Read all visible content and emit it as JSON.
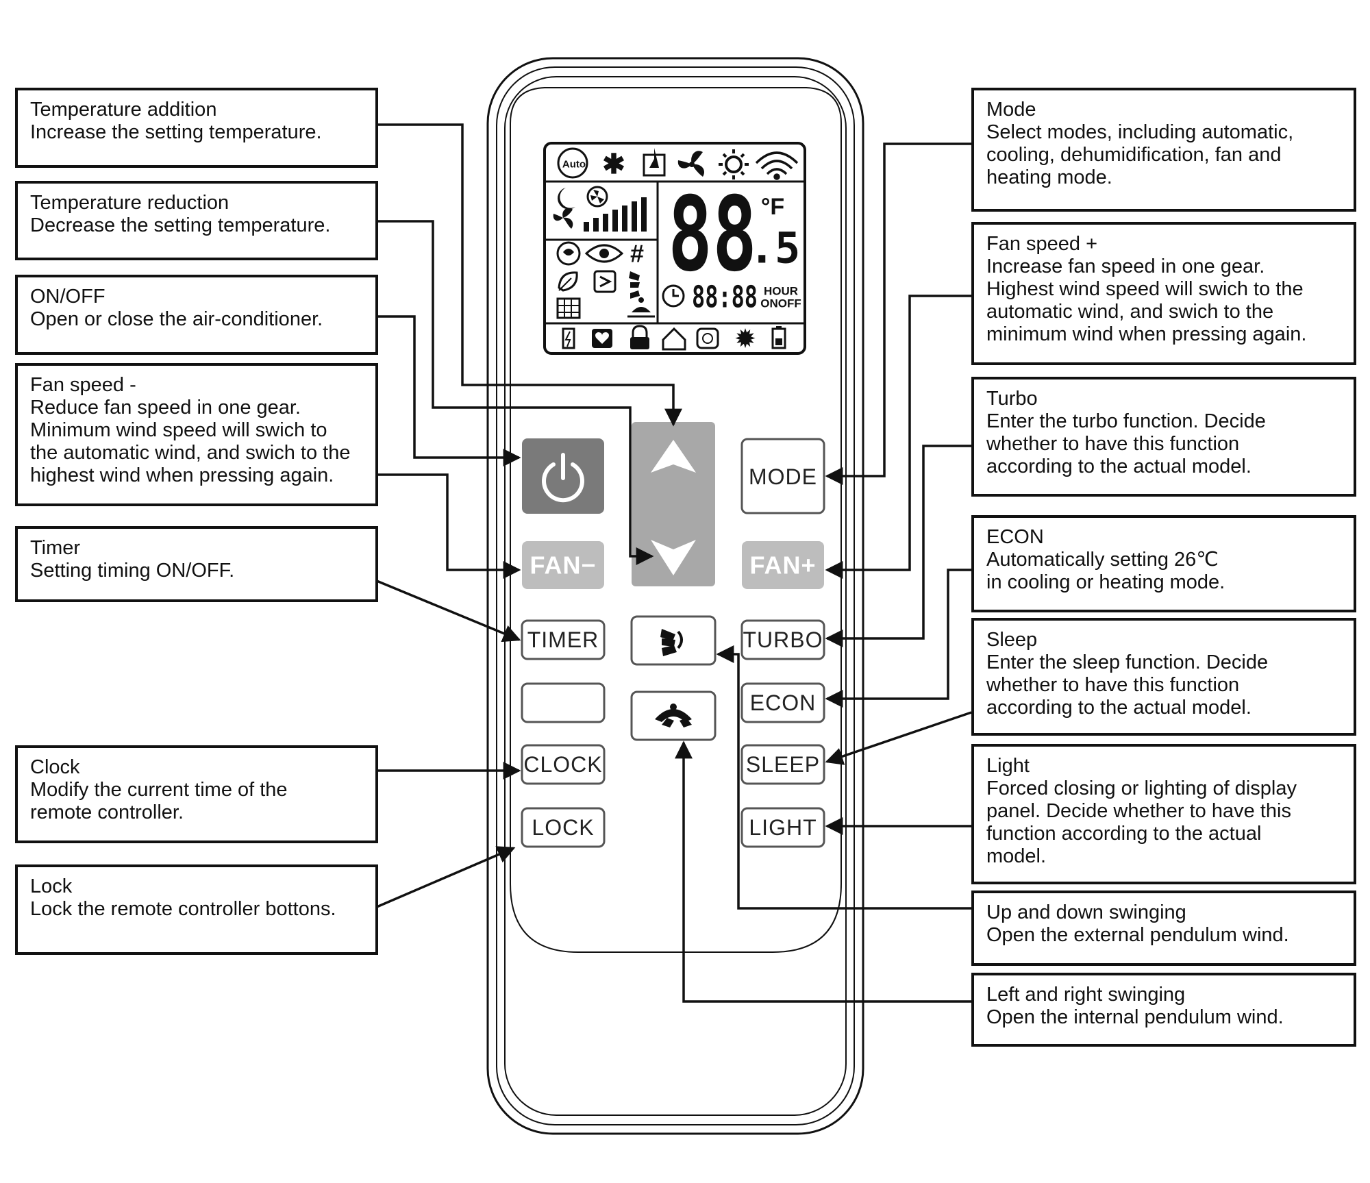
{
  "callouts": {
    "temp_add": {
      "title": "Temperature addition",
      "desc": "Increase the setting temperature."
    },
    "temp_red": {
      "title": "Temperature reduction",
      "desc": "Decrease the setting temperature."
    },
    "onoff": {
      "title": "ON/OFF",
      "desc": "Open or close the air-conditioner."
    },
    "fan_minus": {
      "title": "Fan speed -",
      "desc": "Reduce fan speed in one gear.\nMinimum wind speed will swich to\nthe automatic wind, and swich to the\nhighest wind when pressing again."
    },
    "timer": {
      "title": "Timer",
      "desc": "Setting timing ON/OFF."
    },
    "clock": {
      "title": "Clock",
      "desc": "Modify the current time of the\nremote controller."
    },
    "lock": {
      "title": "Lock",
      "desc": "Lock the remote controller bottons."
    },
    "mode": {
      "title": "Mode",
      "desc": "Select modes, including automatic,\ncooling,  dehumidification, fan and\nheating mode."
    },
    "fan_plus": {
      "title": "Fan speed +",
      "desc": "Increase fan speed in one gear.\nHighest wind speed will swich to the\nautomatic wind, and swich to the\nminimum wind when pressing again."
    },
    "turbo": {
      "title": "Turbo",
      "desc": "Enter the turbo function.    Decide\nwhether to have this function\naccording to the actual model."
    },
    "econ": {
      "title": "ECON",
      "desc": "Automatically setting 26℃\n in cooling or heating mode."
    },
    "sleep": {
      "title": "Sleep",
      "desc": "Enter the sleep function.    Decide\nwhether to have this function\naccording to the actual model."
    },
    "light": {
      "title": "Light",
      "desc": "Forced closing or lighting of display\npanel. Decide whether to have this\nfunction according to the actual\nmodel."
    },
    "updown": {
      "title": "Up and down swinging",
      "desc": "Open the external pendulum wind."
    },
    "leftright": {
      "title": "Left and right swinging",
      "desc": "Open the internal pendulum wind."
    }
  },
  "buttons": {
    "mode": "MODE",
    "fan_minus": "FAN−",
    "fan_plus": "FAN+",
    "timer": "TIMER",
    "turbo": "TURBO",
    "econ": "ECON",
    "clock": "CLOCK",
    "sleep": "SLEEP",
    "lock": "LOCK",
    "light": "LIGHT"
  },
  "display": {
    "auto_label": "Auto",
    "temperature": "88",
    "temperature_decimal": ".5",
    "unit_f": "°F",
    "time": "88:88",
    "hour": "HOUR",
    "onoff": "ONOFF"
  },
  "colors": {
    "power_button": "#7a7a7a",
    "fan_buttons": "#bdbdbd",
    "temp_rocker": "#a8a8a8",
    "outline": "#111111"
  }
}
